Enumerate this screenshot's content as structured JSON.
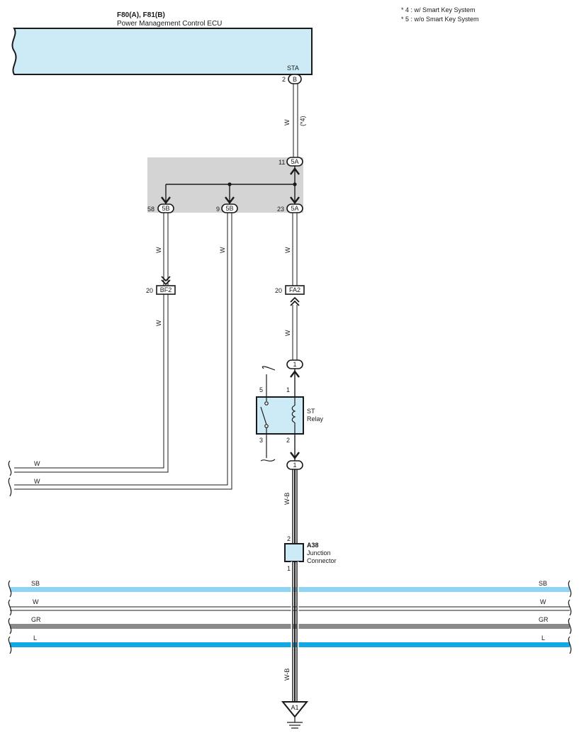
{
  "legend": [
    "* 4 : w/ Smart Key System",
    "* 5 : w/o Smart Key System"
  ],
  "ecu": {
    "id": "F80(A), F81(B)",
    "name": "Power Management Control ECU",
    "terminal": "STA",
    "pin": "2",
    "connector": "B",
    "note": "(*4)"
  },
  "junction_block": {
    "top": {
      "pin": "11",
      "connector": "5A"
    },
    "outputs": [
      {
        "pin": "58",
        "connector": "5B"
      },
      {
        "pin": "9",
        "connector": "5B"
      },
      {
        "pin": "23",
        "connector": "5A"
      }
    ]
  },
  "connectors": {
    "bf2": {
      "pin": "20",
      "label": "BF2"
    },
    "fa2": {
      "pin": "20",
      "label": "FA2"
    }
  },
  "relay": {
    "name_line1": "ST",
    "name_line2": "Relay",
    "pin1": "1",
    "pin2": "2",
    "pin3": "3",
    "pin5": "5",
    "top_conn": "1",
    "bot_conn": "1"
  },
  "junction_connector": {
    "id": "A38",
    "line1": "Junction",
    "line2": "Connector",
    "pin_top": "2",
    "pin_bottom": "1"
  },
  "ground": {
    "label": "A1"
  },
  "wire_colors": {
    "w": "W",
    "wb": "W-B",
    "sb": "SB",
    "gr": "GR",
    "l": "L"
  },
  "colors": {
    "ecu_fill": "#cdeaf7",
    "relay_fill": "#cdeaf7",
    "block_fill": "#d4d4d4",
    "sb_wire": "#8fd4f2",
    "gr_wire": "#8a8a8a",
    "l_wire": "#12a8e6"
  }
}
